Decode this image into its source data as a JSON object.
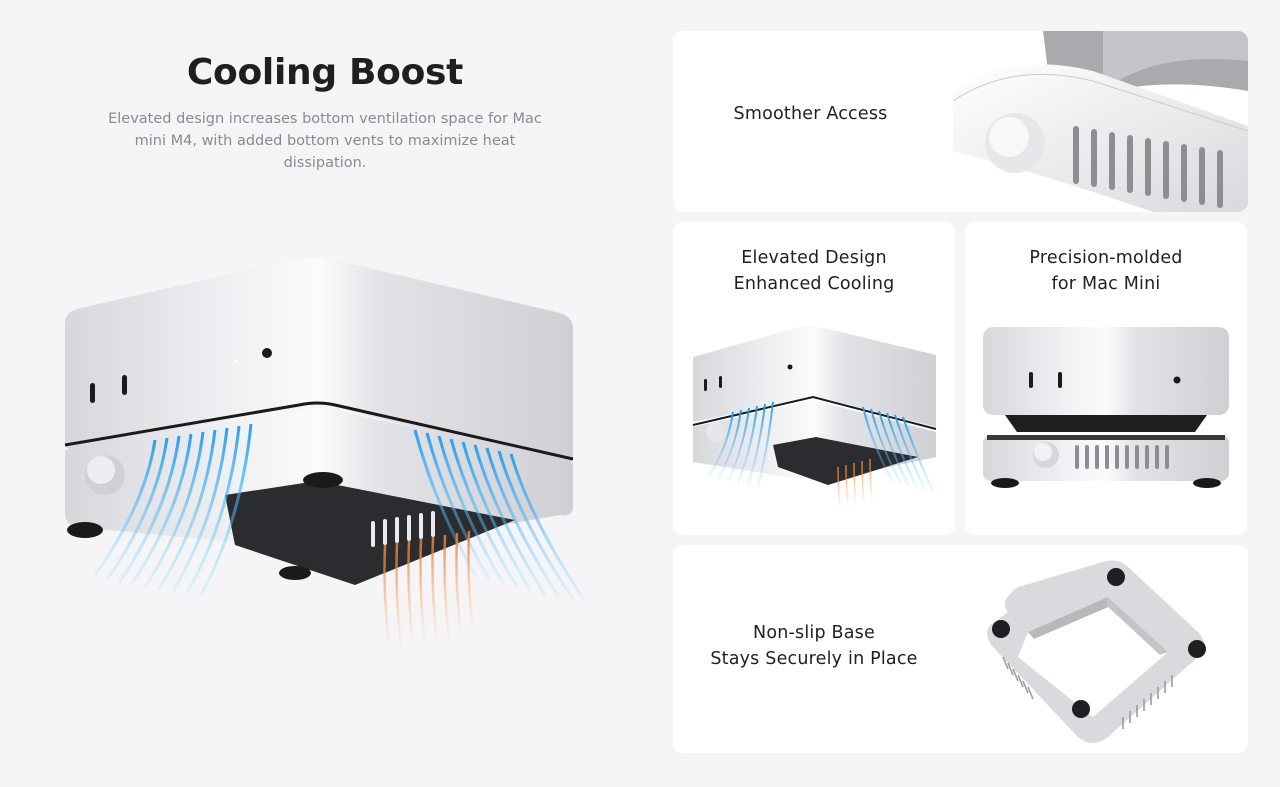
{
  "hero": {
    "title": "Cooling Boost",
    "description": "Elevated design increases bottom ventilation space for Mac mini M4, with added bottom vents to maximize heat dissipation.",
    "image": "mac-mini-stand-airflow-illustration"
  },
  "cards": [
    {
      "id": "smoother-access",
      "lines": [
        "Smoother Access"
      ],
      "image": "stand-corner-closeup"
    },
    {
      "id": "elevated-design",
      "lines": [
        "Elevated Design",
        "Enhanced Cooling"
      ],
      "image": "mac-mini-on-stand-airflow"
    },
    {
      "id": "precision-molded",
      "lines": [
        "Precision-molded",
        "for Mac Mini"
      ],
      "image": "mac-mini-above-stand"
    },
    {
      "id": "non-slip-base",
      "lines": [
        "Non-slip Base",
        "Stays Securely in Place"
      ],
      "image": "stand-underside-with-feet"
    }
  ],
  "colors": {
    "background": "#f5f5f7",
    "card": "#ffffff",
    "title": "#1f1f1f",
    "description": "#8a8a8e",
    "airflow_cool": "#2aa8f0",
    "airflow_warm": "#f08a3a",
    "aluminum": "#e4e5e8"
  }
}
